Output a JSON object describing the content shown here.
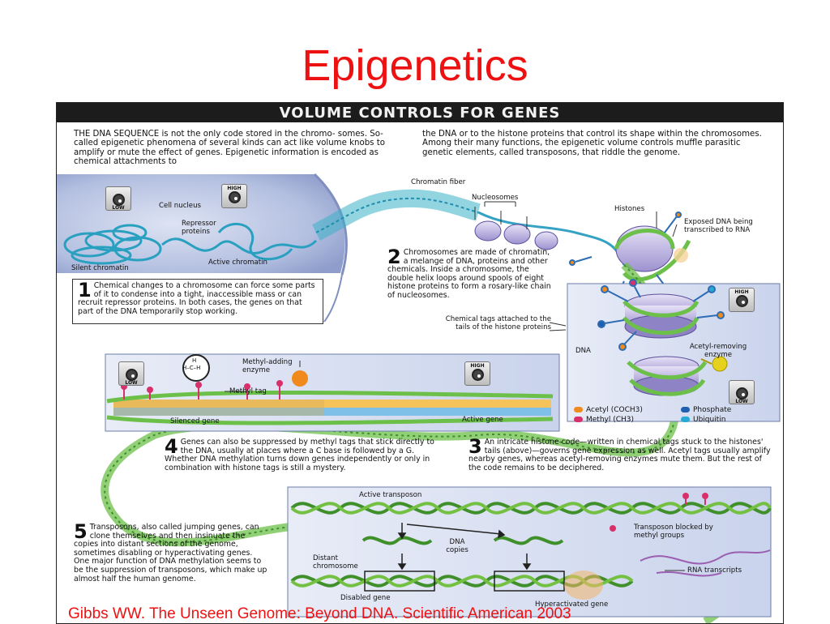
{
  "slide": {
    "title": "Epigenetics",
    "citation": "Gibbs WW. The Unseen Genome: Beyond DNA. Scientific American 2003"
  },
  "figure": {
    "banner": "VOLUME CONTROLS FOR GENES",
    "intro_left": "THE DNA SEQUENCE is not the only code stored in the chromo- somes. So-called epigenetic phenomena of several kinds can act like volume knobs to amplify or mute the effect of genes. Epigenetic information is encoded as chemical attachments to",
    "intro_right": "the DNA or to the histone proteins that control its shape within the chromosomes. Among their many functions, the epigenetic volume controls muffle parasitic genetic elements, called transposons, that riddle the genome.",
    "labels": {
      "chromatin_fiber": "Chromatin fiber",
      "nucleosomes": "Nucleosomes",
      "histones": "Histones",
      "exposed_dna": "Exposed DNA being transcribed to RNA",
      "cell_nucleus": "Cell nucleus",
      "repressor_proteins": "Repressor proteins",
      "silent_chromatin": "Silent chromatin",
      "active_chromatin": "Active chromatin",
      "chemical_tags": "Chemical tags attached to the tails of the histone proteins",
      "dna": "DNA",
      "acetyl_removing_enzyme": "Acetyl-removing enzyme",
      "methyl_adding_enzyme": "Methyl-adding enzyme",
      "methyl_tag": "Methyl tag",
      "silenced_gene": "Silenced gene",
      "active_gene": "Active gene",
      "active_transposon": "Active transposon",
      "dna_copies": "DNA copies",
      "distant_chromosome": "Distant chromosome",
      "disabled_gene": "Disabled gene",
      "hyperactivated_gene": "Hyperactivated gene",
      "transposon_blocked": "Transposon blocked by methyl groups",
      "rna_transcripts": "RNA transcripts",
      "methyl_formula_h": "H",
      "methyl_formula_hch": "H–C–H"
    },
    "knobs": {
      "low": "LOW",
      "high": "HIGH"
    },
    "legend": {
      "acetyl": "Acetyl (COCH3)",
      "methyl": "Methyl (CH3)",
      "phosphate": "Phosphate",
      "ubiquitin": "Ubiquitin"
    },
    "steps": {
      "one": {
        "num": "1",
        "text": "Chemical changes to a chromosome can force some parts of it to condense into a tight, inaccessible mass or can recruit repressor proteins. In both cases, the genes on that part of the DNA temporarily stop working."
      },
      "two": {
        "num": "2",
        "text": "Chromosomes are made of chromatin, a melange of DNA, proteins and other chemicals. Inside a chromosome, the double helix loops around spools of eight histone proteins to form a rosary-like chain of nucleosomes."
      },
      "three": {
        "num": "3",
        "text": "An intricate histone code—written in chemical tags stuck to the histones' tails (above)—governs gene expression as well. Acetyl tags usually amplify nearby genes, whereas acetyl-removing enzymes mute them. But the rest of the code remains to be deciphered."
      },
      "four": {
        "num": "4",
        "text": "Genes can also be suppressed by methyl tags that stick directly to the DNA, usually at places where a C base is followed by a G. Whether DNA methylation turns down genes independently or only in combination with histone tags is still a mystery."
      },
      "five": {
        "num": "5",
        "text": "Transposons, also called jumping genes, can clone themselves and then insinuate the copies into distant sections of the genome, sometimes disabling or hyperactivating genes. One major function of DNA methylation seems to be the suppression of transposons, which make up almost half the human genome."
      }
    },
    "colors": {
      "title_red": "#ee1111",
      "banner_bg": "#1c1c1c",
      "nucleus_blue": "#a7b4d8",
      "chromatin_teal": "#3ab0c8",
      "dna_green": "#6cc04a",
      "acetyl_orange": "#f08a1c",
      "methyl_pink": "#d8306a",
      "phosphate_blue": "#1f5fb0",
      "ubiquitin_cyan": "#27a9d6"
    }
  }
}
